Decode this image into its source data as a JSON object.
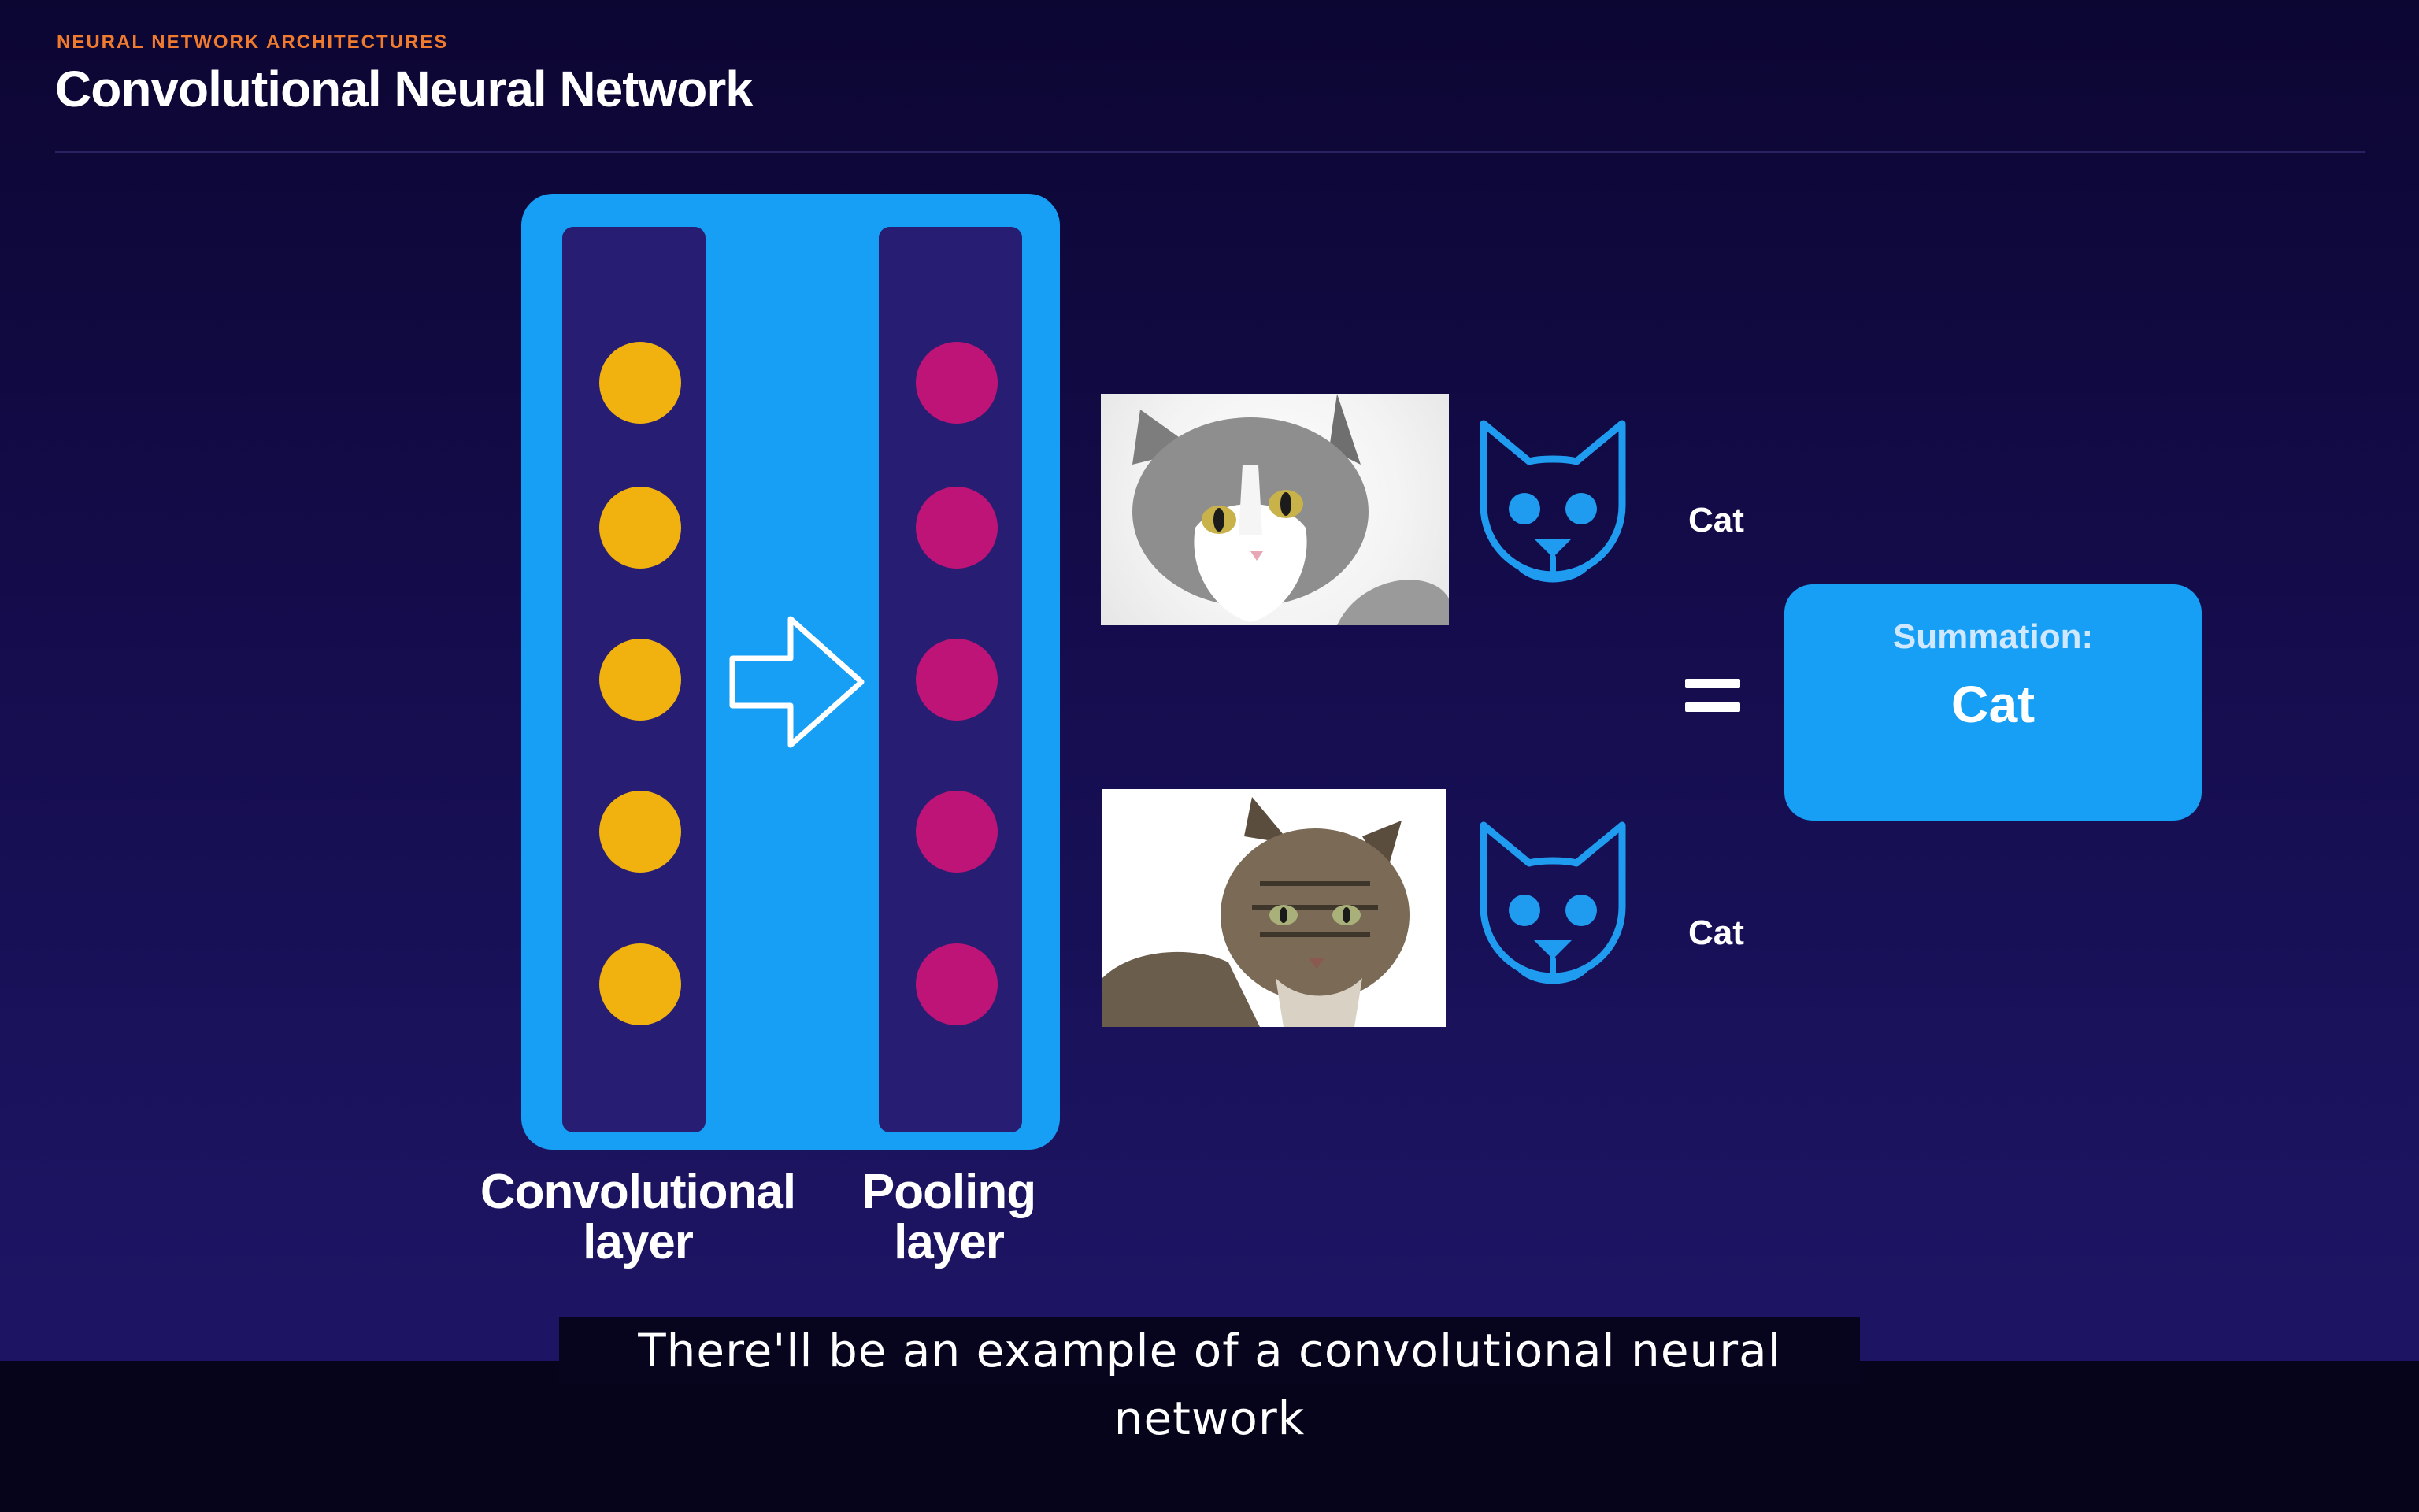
{
  "header": {
    "kicker": "NEURAL NETWORK ARCHITECTURES",
    "title": "Convolutional Neural Network"
  },
  "diagram": {
    "convolutional_label": "Convolutional layer",
    "pooling_label": "Pooling layer",
    "convolutional_nodes": 5,
    "pooling_nodes": 5,
    "arrow_icon": "hollow-right-arrow-icon",
    "cat_face_icon": "cat-face-icon"
  },
  "results": [
    {
      "label": "Cat"
    },
    {
      "label": "Cat"
    }
  ],
  "summation": {
    "label": "Summation:",
    "value": "Cat"
  },
  "caption": {
    "text": "There'll be an example of a convolutional neural network"
  },
  "colors": {
    "background": "#0c0633",
    "panel_blue": "#169ff5",
    "column": "#271d73",
    "conv_node": "#f1b10f",
    "pool_node": "#bf1477",
    "kicker": "#f07a2e",
    "cat_icon": "#1f9cf0"
  }
}
